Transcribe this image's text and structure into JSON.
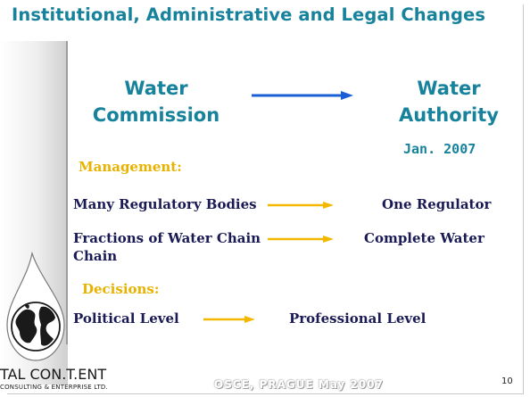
{
  "title": "Institutional, Administrative and Legal Changes",
  "from_entity": {
    "line1": "Water",
    "line2": "Commission"
  },
  "to_entity": {
    "line1": "Water",
    "line2": "Authority"
  },
  "date": "Jan. 2007",
  "management": {
    "label": "Management:",
    "rows": [
      {
        "from": "Many Regulatory Bodies",
        "to": "One Regulator"
      },
      {
        "from_line1": "Fractions of Water Chain",
        "from_line2": "Chain",
        "to": "Complete Water"
      }
    ]
  },
  "decisions": {
    "label": "Decisions:",
    "rows": [
      {
        "from": "Political Level",
        "to": "Professional Level"
      }
    ]
  },
  "logo": {
    "name": "TAL CON.T.ENT",
    "tagline": "CONSULTING & ENTERPRISE LTD."
  },
  "footer": "OSCE, PRAGUE  May  2007",
  "page_number": "10",
  "colors": {
    "title": "#17829c",
    "section": "#e8b300",
    "body_text": "#1a1a55",
    "main_arrow": "#1a5fd6",
    "small_arrow": "#f5b800"
  }
}
